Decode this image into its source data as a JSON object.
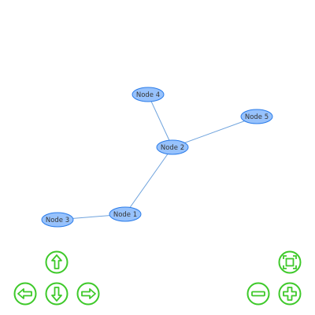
{
  "graph": {
    "nodes": [
      {
        "id": "node-1",
        "label": "Node 1"
      },
      {
        "id": "node-2",
        "label": "Node 2"
      },
      {
        "id": "node-3",
        "label": "Node 3"
      },
      {
        "id": "node-4",
        "label": "Node 4"
      },
      {
        "id": "node-5",
        "label": "Node 5"
      }
    ],
    "edges": [
      {
        "from": "node-1",
        "to": "node-2"
      },
      {
        "from": "node-1",
        "to": "node-3"
      },
      {
        "from": "node-2",
        "to": "node-4"
      },
      {
        "from": "node-2",
        "to": "node-5"
      }
    ],
    "colors": {
      "node_fill": "#97c2fc",
      "node_border": "#2b7ce9",
      "edge": "#6fa3dd",
      "label": "#343434",
      "nav_button": "#3ec92a"
    }
  },
  "navigation": {
    "buttons": [
      {
        "name": "up-button",
        "icon": "arrow-up-icon"
      },
      {
        "name": "down-button",
        "icon": "arrow-down-icon"
      },
      {
        "name": "left-button",
        "icon": "arrow-left-icon"
      },
      {
        "name": "right-button",
        "icon": "arrow-right-icon"
      },
      {
        "name": "zoom-out-button",
        "icon": "minus-icon"
      },
      {
        "name": "zoom-in-button",
        "icon": "plus-icon"
      },
      {
        "name": "fit-button",
        "icon": "zoom-extents-icon"
      }
    ]
  }
}
